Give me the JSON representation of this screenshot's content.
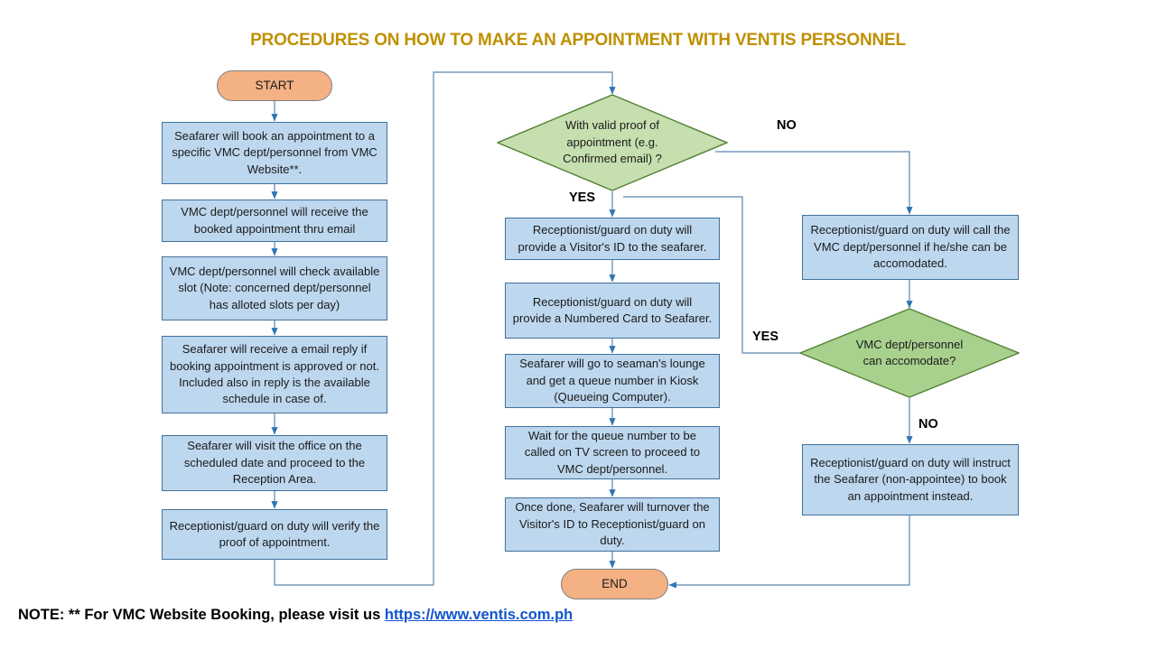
{
  "title": "PROCEDURES ON HOW  TO MAKE AN APPOINTMENT WITH VENTIS PERSONNEL",
  "colors": {
    "title": "#bf9000",
    "process_fill": "#bdd7ee",
    "process_border": "#41719c",
    "terminator_fill": "#f4b183",
    "terminator_border": "#7f7f7f",
    "decision_fill_1": "#c5dfaf",
    "decision_fill_2": "#a9d18e",
    "decision_border": "#538135",
    "connector": "#5b86b0",
    "link": "#1155cc"
  },
  "nodes": {
    "start": "START",
    "end": "END",
    "left_column": [
      "Seafarer will book an appointment to a specific VMC dept/personnel from VMC Website**.",
      "VMC dept/personnel will receive the booked appointment thru email",
      "VMC dept/personnel will check available slot (Note: concerned dept/personnel has alloted slots per day)",
      "Seafarer will receive a email reply if booking appointment is approved or not. Included also in reply is the available schedule in case of.",
      "Seafarer will visit the office on the scheduled date and proceed to the Reception Area.",
      "Receptionist/guard on duty will verify the proof of appointment."
    ],
    "decision_1": "With valid proof of appointment (e.g. Confirmed email) ?",
    "middle_column": [
      "Receptionist/guard on duty will provide a Visitor's ID to the seafarer.",
      "Receptionist/guard on duty will provide a Numbered Card to Seafarer.",
      "Seafarer will go to seaman's lounge and get a queue number in Kiosk (Queueing Computer).",
      "Wait for the queue number to be called on TV screen to proceed to VMC dept/personnel.",
      "Once done, Seafarer will turnover the Visitor's ID to Receptionist/guard on duty."
    ],
    "right_call_box": "Receptionist/guard on duty will call the VMC dept/personnel if he/she can be accomodated.",
    "decision_2": "VMC dept/personnel can accomodate?",
    "right_instruct_box": "Receptionist/guard on duty will instruct the Seafarer (non-appointee) to book an appointment instead."
  },
  "branch_labels": {
    "d1_no": "NO",
    "d1_yes": "YES",
    "d2_yes": "YES",
    "d2_no": "NO"
  },
  "note": {
    "prefix": "NOTE: ** For VMC Website Booking, please visit us ",
    "url": "https://www.ventis.com.ph"
  }
}
